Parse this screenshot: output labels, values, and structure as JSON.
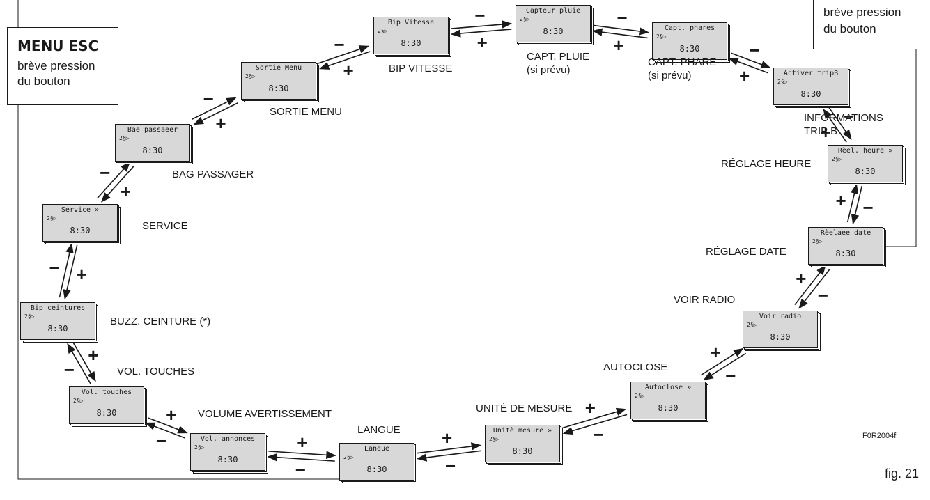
{
  "colors": {
    "lcd_fill": "#d8d8d8",
    "ink": "#1a1a1a"
  },
  "menu_esc": {
    "title": "MENU ESC",
    "line1": "brève pression",
    "line2": "du bouton"
  },
  "set_box": {
    "line1": "brève pression",
    "line2": "du bouton"
  },
  "icon_glyph": "2§▷",
  "screens": [
    {
      "id": "capteur-pluie",
      "display": "Capteur pluie",
      "time": "8:30",
      "label": [
        "CAPT. PLUIE",
        "(si prévu)"
      ]
    },
    {
      "id": "capt-phares",
      "display": "Capt. phares",
      "time": "8:30",
      "label": [
        "CAPT. PHARE",
        "(si prévu)"
      ]
    },
    {
      "id": "activer-tripb",
      "display": "Activer tripB",
      "time": "8:30",
      "label": [
        "INFORMATIONS",
        "TRIP B"
      ]
    },
    {
      "id": "regl-heure",
      "display": "Rèel. heure »",
      "time": "8:30",
      "label": [
        "RÉGLAGE HEURE"
      ]
    },
    {
      "id": "reglage-date",
      "display": "Rèelaee date",
      "time": "8:30",
      "label": [
        "RÉGLAGE DATE"
      ]
    },
    {
      "id": "voir-radio",
      "display": "Voir radio",
      "time": "8:30",
      "label": [
        "VOIR RADIO"
      ]
    },
    {
      "id": "autoclose",
      "display": "Autoclose »",
      "time": "8:30",
      "label": [
        "AUTOCLOSE"
      ]
    },
    {
      "id": "unite-mesure",
      "display": "Unitè mesure »",
      "time": "8:30",
      "label": [
        "UNITÉ DE MESURE"
      ]
    },
    {
      "id": "langue",
      "display": "Laneue",
      "time": "8:30",
      "label": [
        "LANGUE"
      ]
    },
    {
      "id": "vol-annonces",
      "display": "Vol. annonces",
      "time": "8:30",
      "label": [
        "VOLUME AVERTISSEMENT"
      ]
    },
    {
      "id": "vol-touches",
      "display": "Vol. touches",
      "time": "8:30",
      "label": [
        "VOL. TOUCHES"
      ]
    },
    {
      "id": "bip-ceintures",
      "display": "Bip ceintures",
      "time": "8:30",
      "label": [
        "BUZZ. CEINTURE (*)"
      ]
    },
    {
      "id": "service",
      "display": "Service  »",
      "time": "8:30",
      "label": [
        "SERVICE"
      ]
    },
    {
      "id": "bag-passager",
      "display": "Bae passaeer",
      "time": "8:30",
      "label": [
        "BAG  PASSAGER"
      ]
    },
    {
      "id": "sortie-menu",
      "display": "Sortie Menu",
      "time": "8:30",
      "label": [
        "SORTIE MENU"
      ]
    },
    {
      "id": "bip-vitesse",
      "display": "Bip Vitesse",
      "time": "8:30",
      "label": [
        "BIP VITESSE"
      ]
    }
  ],
  "signs": {
    "plus": "+",
    "minus": "−"
  },
  "figure_code": "F0R2004f",
  "figure_number": "fig. 21"
}
